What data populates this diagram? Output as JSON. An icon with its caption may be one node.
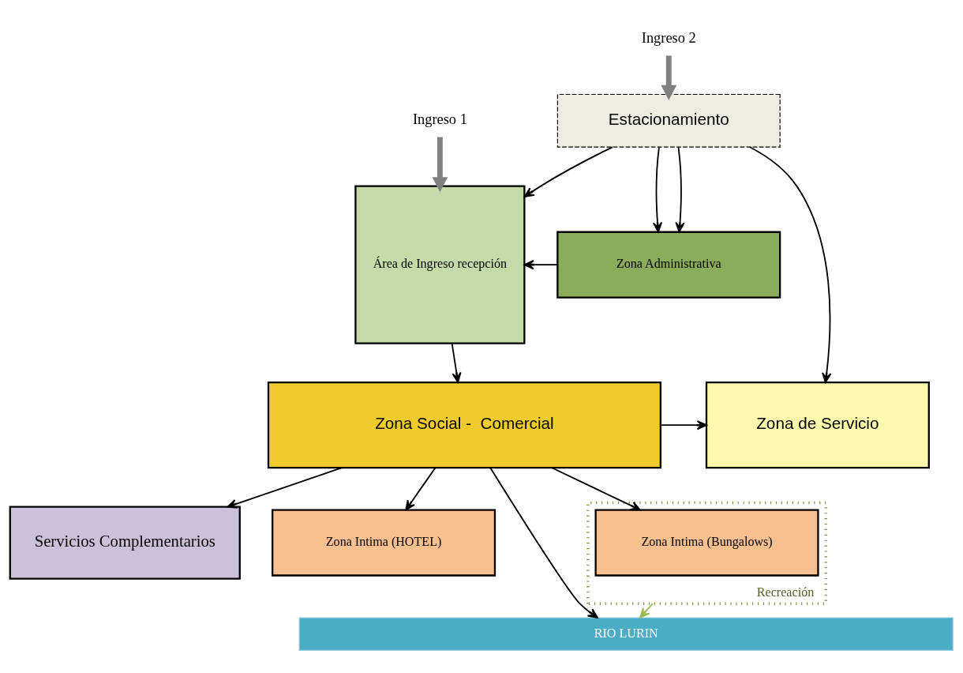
{
  "diagram": {
    "nodes": [
      {
        "text": [
          "Ingreso 1"
        ]
      },
      {
        "text": [
          "Ingreso 2"
        ]
      },
      {
        "text": [
          "Área de Ingreso recepción"
        ]
      },
      {
        "text": [
          "Estacionamiento"
        ]
      },
      {
        "text": [
          "Zona Administrativa"
        ]
      },
      {
        "text": [
          "Servicios Complementarios"
        ]
      },
      {
        "text": [
          "Zona Social -  Comercial"
        ]
      },
      {
        "text": [
          "Zona de Servicio"
        ]
      },
      {
        "text": [
          "Zona Intima (HOTEL)"
        ]
      },
      {
        "text": [
          "Recreación"
        ]
      },
      {
        "text": [
          "Zona Intima (Bungalows)"
        ],
        "in": 9
      },
      {
        "text": [
          "RIO LURIN"
        ]
      }
    ],
    "edges": [
      {
        "from": 0,
        "to": 2,
        "arrow": "to",
        "style": "thick",
        "color": "#808080"
      },
      {
        "from": 1,
        "to": 3,
        "arrow": "to",
        "style": "thick",
        "color": "#808080"
      },
      {
        "from": 3,
        "to": 2,
        "arrow": "to"
      },
      {
        "from": 3,
        "to": 4,
        "arrow": "to"
      },
      {
        "from": 4,
        "to": 2,
        "arrow": "to"
      },
      {
        "from": 3,
        "to": 4,
        "arrow": "to"
      },
      {
        "from": 3,
        "to": 7,
        "arrow": "to"
      },
      {
        "from": 2,
        "to": 6,
        "arrow": "to"
      },
      {
        "from": 6,
        "to": 5,
        "arrow": "to"
      },
      {
        "from": 6,
        "to": 7,
        "arrow": "to"
      },
      {
        "from": 6,
        "to": 8,
        "arrow": "to"
      },
      {
        "from": 6,
        "to": 10,
        "arrow": "to"
      },
      {
        "from": 6,
        "to": 11,
        "arrow": "to"
      },
      {
        "from": 9,
        "to": 11,
        "arrow": "to",
        "color": "#9bbb59"
      }
    ]
  }
}
